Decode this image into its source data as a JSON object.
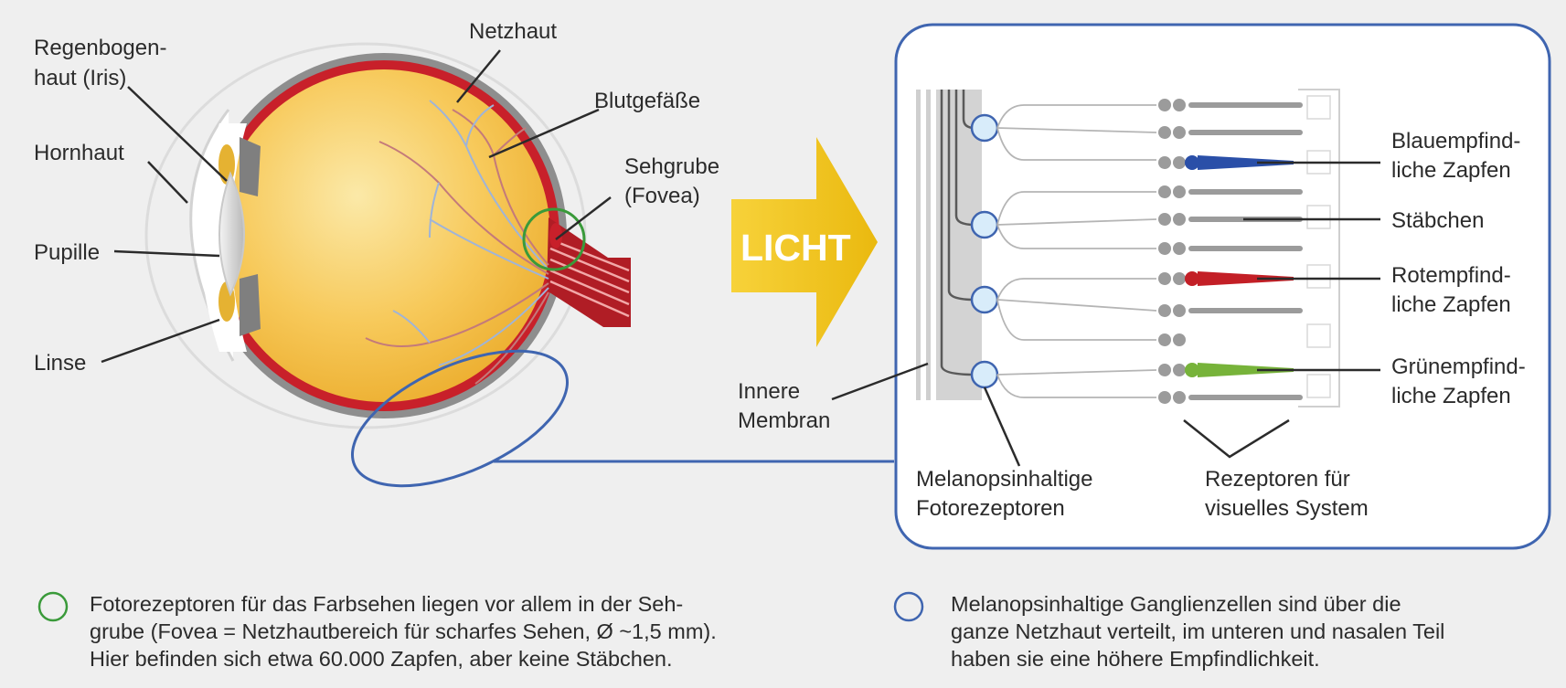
{
  "eye": {
    "labels": {
      "iris_line1": "Regenbogen-",
      "iris_line2": "haut (Iris)",
      "cornea": "Hornhaut",
      "pupil": "Pupille",
      "lens": "Linse",
      "retina": "Netzhaut",
      "vessels": "Blutgefäße",
      "fovea_line1": "Sehgrube",
      "fovea_line2": "(Fovea)"
    },
    "arrow_text": "LICHT"
  },
  "retina_detail": {
    "inner_membrane_line1": "Innere",
    "inner_membrane_line2": "Membran",
    "melanopsin_line1": "Melanopsinhaltige",
    "melanopsin_line2": "Fotorezeptoren",
    "receptors_line1": "Rezeptoren für",
    "receptors_line2": "visuelles System",
    "blue_line1": "Blauempfind-",
    "blue_line2": "liche Zapfen",
    "rods": "Stäbchen",
    "red_line1": "Rotempfind-",
    "red_line2": "liche Zapfen",
    "green_line1": "Grünempfind-",
    "green_line2": "liche Zapfen"
  },
  "legend": {
    "green": {
      "line1": "Fotorezeptoren für das Farbsehen liegen vor allem in der Seh-",
      "line2": "grube (Fovea = Netzhautbereich für scharfes Sehen, Ø ~1,5 mm).",
      "line3": "Hier befinden sich etwa 60.000 Zapfen, aber keine Stäbchen."
    },
    "blue": {
      "line1": "Melanopsinhaltige Ganglienzellen sind über die",
      "line2": "ganze Netzhaut verteilt, im unteren und nasalen Teil",
      "line3": "haben sie eine höhere Empfindlichkeit."
    }
  },
  "colors": {
    "background": "#efefef",
    "sclera": "#c8202a",
    "vitreous": "#f7c64a",
    "arrow": "#f2c21b",
    "blue_cone": "#2a4fa8",
    "red_cone": "#c31f26",
    "green_cone": "#77b33a",
    "fovea_circle": "#3a9a3a",
    "melanopsin_circle": "#3f65b0"
  }
}
